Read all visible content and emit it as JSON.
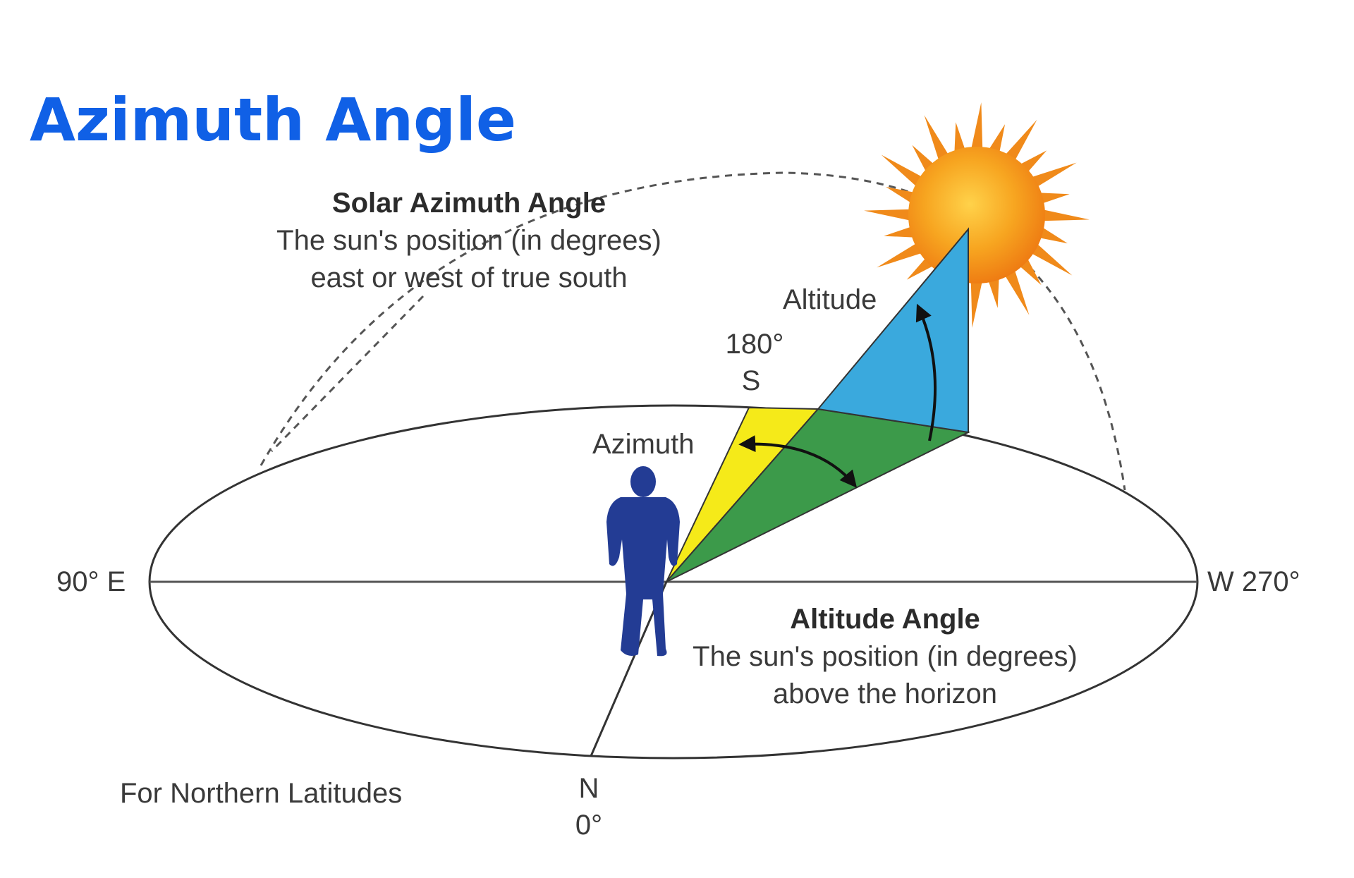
{
  "title": "Azimuth Angle",
  "solar_azimuth": {
    "heading": "Solar Azimuth Angle",
    "line1": "The sun's position (in degrees)",
    "line2": "east or west of true south"
  },
  "altitude_angle": {
    "heading": "Altitude Angle",
    "line1": "The sun's position (in degrees)",
    "line2": "above the horizon"
  },
  "labels": {
    "altitude": "Altitude",
    "azimuth": "Azimuth",
    "south_deg": "180°",
    "south": "S",
    "east": "90° E",
    "west": "W 270°",
    "north": "N",
    "north_deg": "0°",
    "northern_latitudes": "For Northern Latitudes"
  },
  "colors": {
    "title": "#1060e6",
    "altitude_triangle": "#3aa9dd",
    "azimuth_triangle": "#f5ea19",
    "ground_triangle": "#3c9a4a",
    "person": "#233c94",
    "sun_core": "#f4a21f",
    "sun_rays": "#f08a1a"
  },
  "icons": [
    "sun-icon",
    "person-icon",
    "arrow-icon"
  ]
}
